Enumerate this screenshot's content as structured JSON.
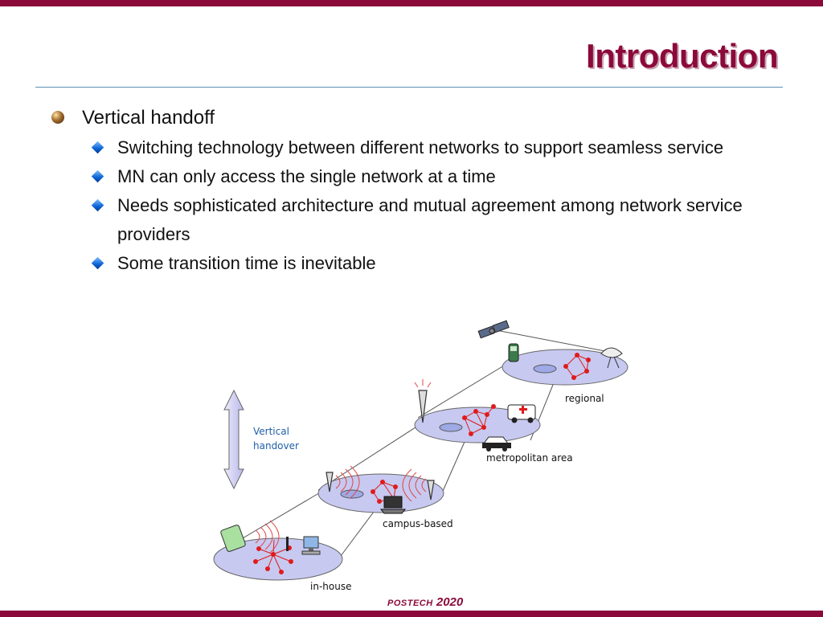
{
  "slide": {
    "title": "Introduction",
    "bullets": [
      {
        "text": "Vertical handoff",
        "sub": [
          "Switching technology between different networks to support seamless service",
          "MN can only access the single network at a time",
          "Needs sophisticated architecture and mutual agreement among network service providers",
          "Some transition time is inevitable"
        ]
      }
    ]
  },
  "diagram": {
    "vertical_handover_line1": "Vertical",
    "vertical_handover_line2": "handover",
    "labels": {
      "regional": "regional",
      "metropolitan": "metropolitan area",
      "campus": "campus-based",
      "inhouse": "in-house"
    }
  },
  "footer": {
    "logo_word": "POSTECH",
    "logo_year": "2020"
  },
  "colors": {
    "brand": "#8b0a3a",
    "rule": "#5b8fb1",
    "bullet_blue": "#0b63d6",
    "ellipse_fill": "#c7c9f0",
    "node_red": "#e01b1b"
  }
}
